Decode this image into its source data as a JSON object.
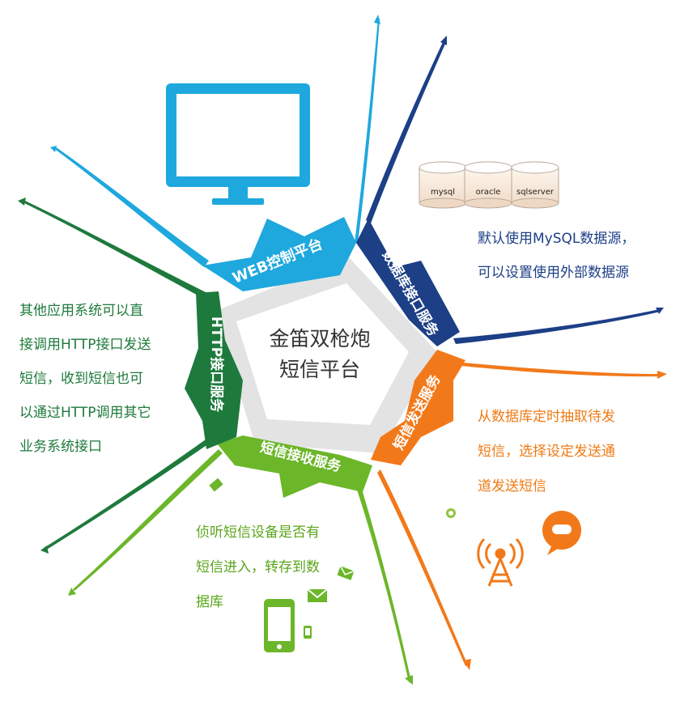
{
  "center": {
    "title_line1": "金笛双枪炮",
    "title_line2": "短信平台"
  },
  "branches": {
    "web": {
      "label": "WEB控制平台",
      "color": "#1ea8dd"
    },
    "db": {
      "label": "数据库接口服务",
      "color": "#1c3f86"
    },
    "send": {
      "label": "短信发送服务",
      "color": "#f2791a"
    },
    "recv": {
      "label": "短信接收服务",
      "color": "#6cb62a"
    },
    "http": {
      "label": "HTTP接口服务",
      "color": "#1e7a3c"
    }
  },
  "databases": [
    "mysql",
    "oracle",
    "sqlserver"
  ],
  "texts": {
    "db": "默认使用MySQL数据源，\n可以设置使用外部数据源",
    "http": "其他应用系统可以直\n接调用HTTP接口发送\n短信，收到短信也可\n以通过HTTP调用其它\n业务系统接口",
    "send": "从数据库定时抽取待发\n短信，选择设定发送通\n道发送短信",
    "recv": "侦听短信设备是否有\n短信进入，转存到数\n据库"
  },
  "icons": [
    "monitor-icon",
    "database-icon",
    "radio-tower-icon",
    "speech-bubble-icon",
    "mobile-phone-icon",
    "envelope-icon"
  ]
}
